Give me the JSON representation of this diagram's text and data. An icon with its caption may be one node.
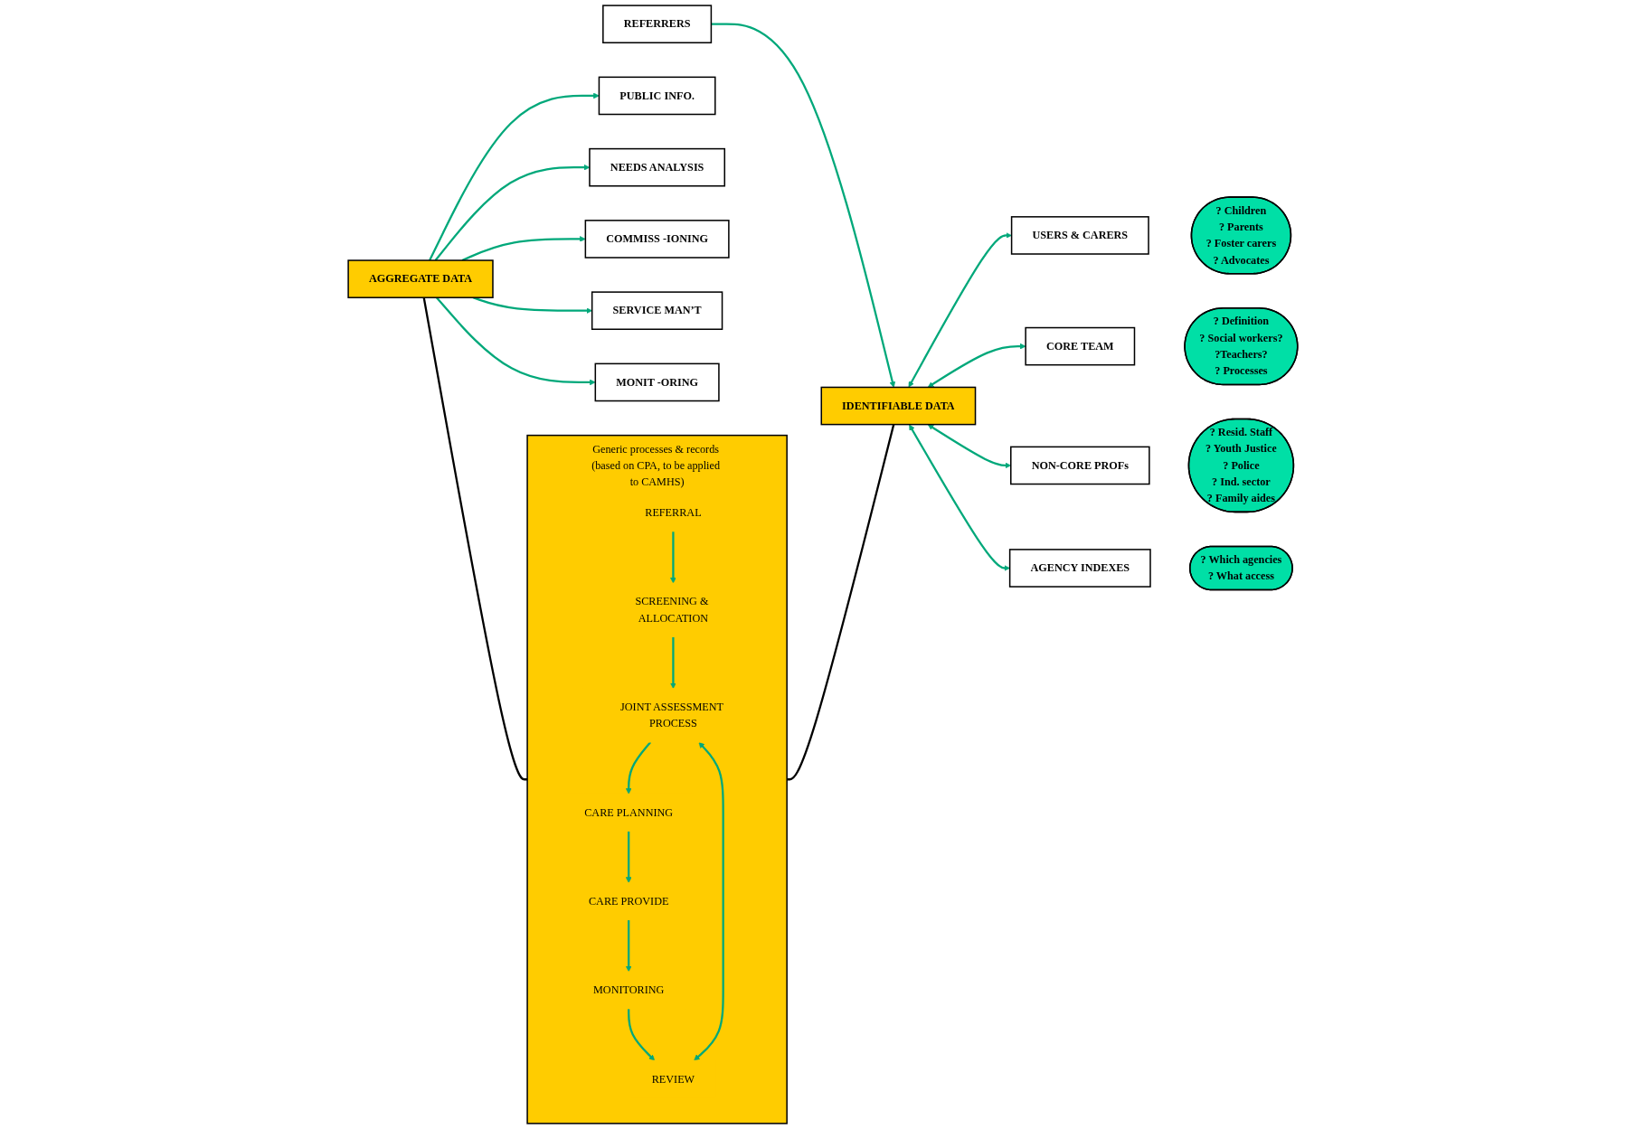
{
  "diagram": {
    "nodes": [
      {
        "text": [
          "PUBLIC INFO."
        ]
      },
      {
        "text": [
          "NEEDS ANALYSIS"
        ]
      },
      {
        "text": [
          "COMMISS -IONING"
        ]
      },
      {
        "text": [
          "SERVICE MAN’T"
        ]
      },
      {
        "text": [
          "MONIT -ORING"
        ]
      },
      {
        "text": [
          "AGGREGATE DATA"
        ]
      },
      {
        "text": [
          "Generic processes & records (based on CPA, to be applied to CAMHS)"
        ]
      },
      {
        "text": [
          "REFERRAL"
        ],
        "in": 6
      },
      {
        "text": [
          "SCREENING & ALLOCATION"
        ],
        "in": 6
      },
      {
        "text": [
          "JOINT ASSESSMENT PROCESS"
        ],
        "in": 6
      },
      {
        "text": [
          "CARE PLANNING"
        ],
        "in": 6
      },
      {
        "text": [
          "CARE PROVIDE"
        ],
        "in": 6
      },
      {
        "text": [
          "MONITORING"
        ],
        "in": 6
      },
      {
        "text": [
          "REVIEW"
        ],
        "in": 6
      },
      {
        "text": [
          "IDENTIFIABLE DATA"
        ]
      },
      {
        "text": [
          "USERS & CARERS"
        ]
      },
      {
        "text": [
          "? Children",
          "? Parents",
          "? Foster carers",
          "? Advocates"
        ]
      },
      {
        "text": [
          "REFERRERS"
        ]
      },
      {
        "text": [
          "CORE TEAM"
        ]
      },
      {
        "text": [
          "? Definition",
          "? Social workers?",
          "?Teachers?",
          "? Processes"
        ]
      },
      {
        "text": [
          "NON-CORE PROFs"
        ]
      },
      {
        "text": [
          "? Resid. Staff",
          "? Youth Justice",
          "? Police",
          "? Ind. sector",
          "? Family aides"
        ]
      },
      {
        "text": [
          "AGENCY INDEXES"
        ]
      },
      {
        "text": [
          "? Which agencies",
          "? What access"
        ]
      }
    ],
    "edges": [
      {
        "from": 5,
        "to": 0,
        "arrow": "to"
      },
      {
        "from": 5,
        "to": 1,
        "arrow": "to"
      },
      {
        "from": 5,
        "to": 2,
        "arrow": "to"
      },
      {
        "from": 5,
        "to": 3,
        "arrow": "to"
      },
      {
        "from": 5,
        "to": 4,
        "arrow": "to"
      },
      {
        "from": 5,
        "to": 6,
        "arrow": "none",
        "color": "#000000"
      },
      {
        "from": 7,
        "to": 8,
        "arrow": "to"
      },
      {
        "from": 8,
        "to": 9,
        "arrow": "to"
      },
      {
        "from": 9,
        "to": 10,
        "arrow": "to"
      },
      {
        "from": 10,
        "to": 11,
        "arrow": "to"
      },
      {
        "from": 11,
        "to": 12,
        "arrow": "to"
      },
      {
        "from": 12,
        "to": 13,
        "arrow": "to"
      },
      {
        "from": 9,
        "to": 13,
        "arrow": "both"
      },
      {
        "from": 6,
        "to": 14,
        "arrow": "none",
        "color": "#000000"
      },
      {
        "from": 14,
        "to": 15,
        "arrow": "both"
      },
      {
        "from": 17,
        "to": 14,
        "arrow": "to"
      },
      {
        "from": 14,
        "to": 18,
        "arrow": "both"
      },
      {
        "from": 14,
        "to": 20,
        "arrow": "both"
      },
      {
        "from": 14,
        "to": 22,
        "arrow": "both"
      }
    ]
  }
}
